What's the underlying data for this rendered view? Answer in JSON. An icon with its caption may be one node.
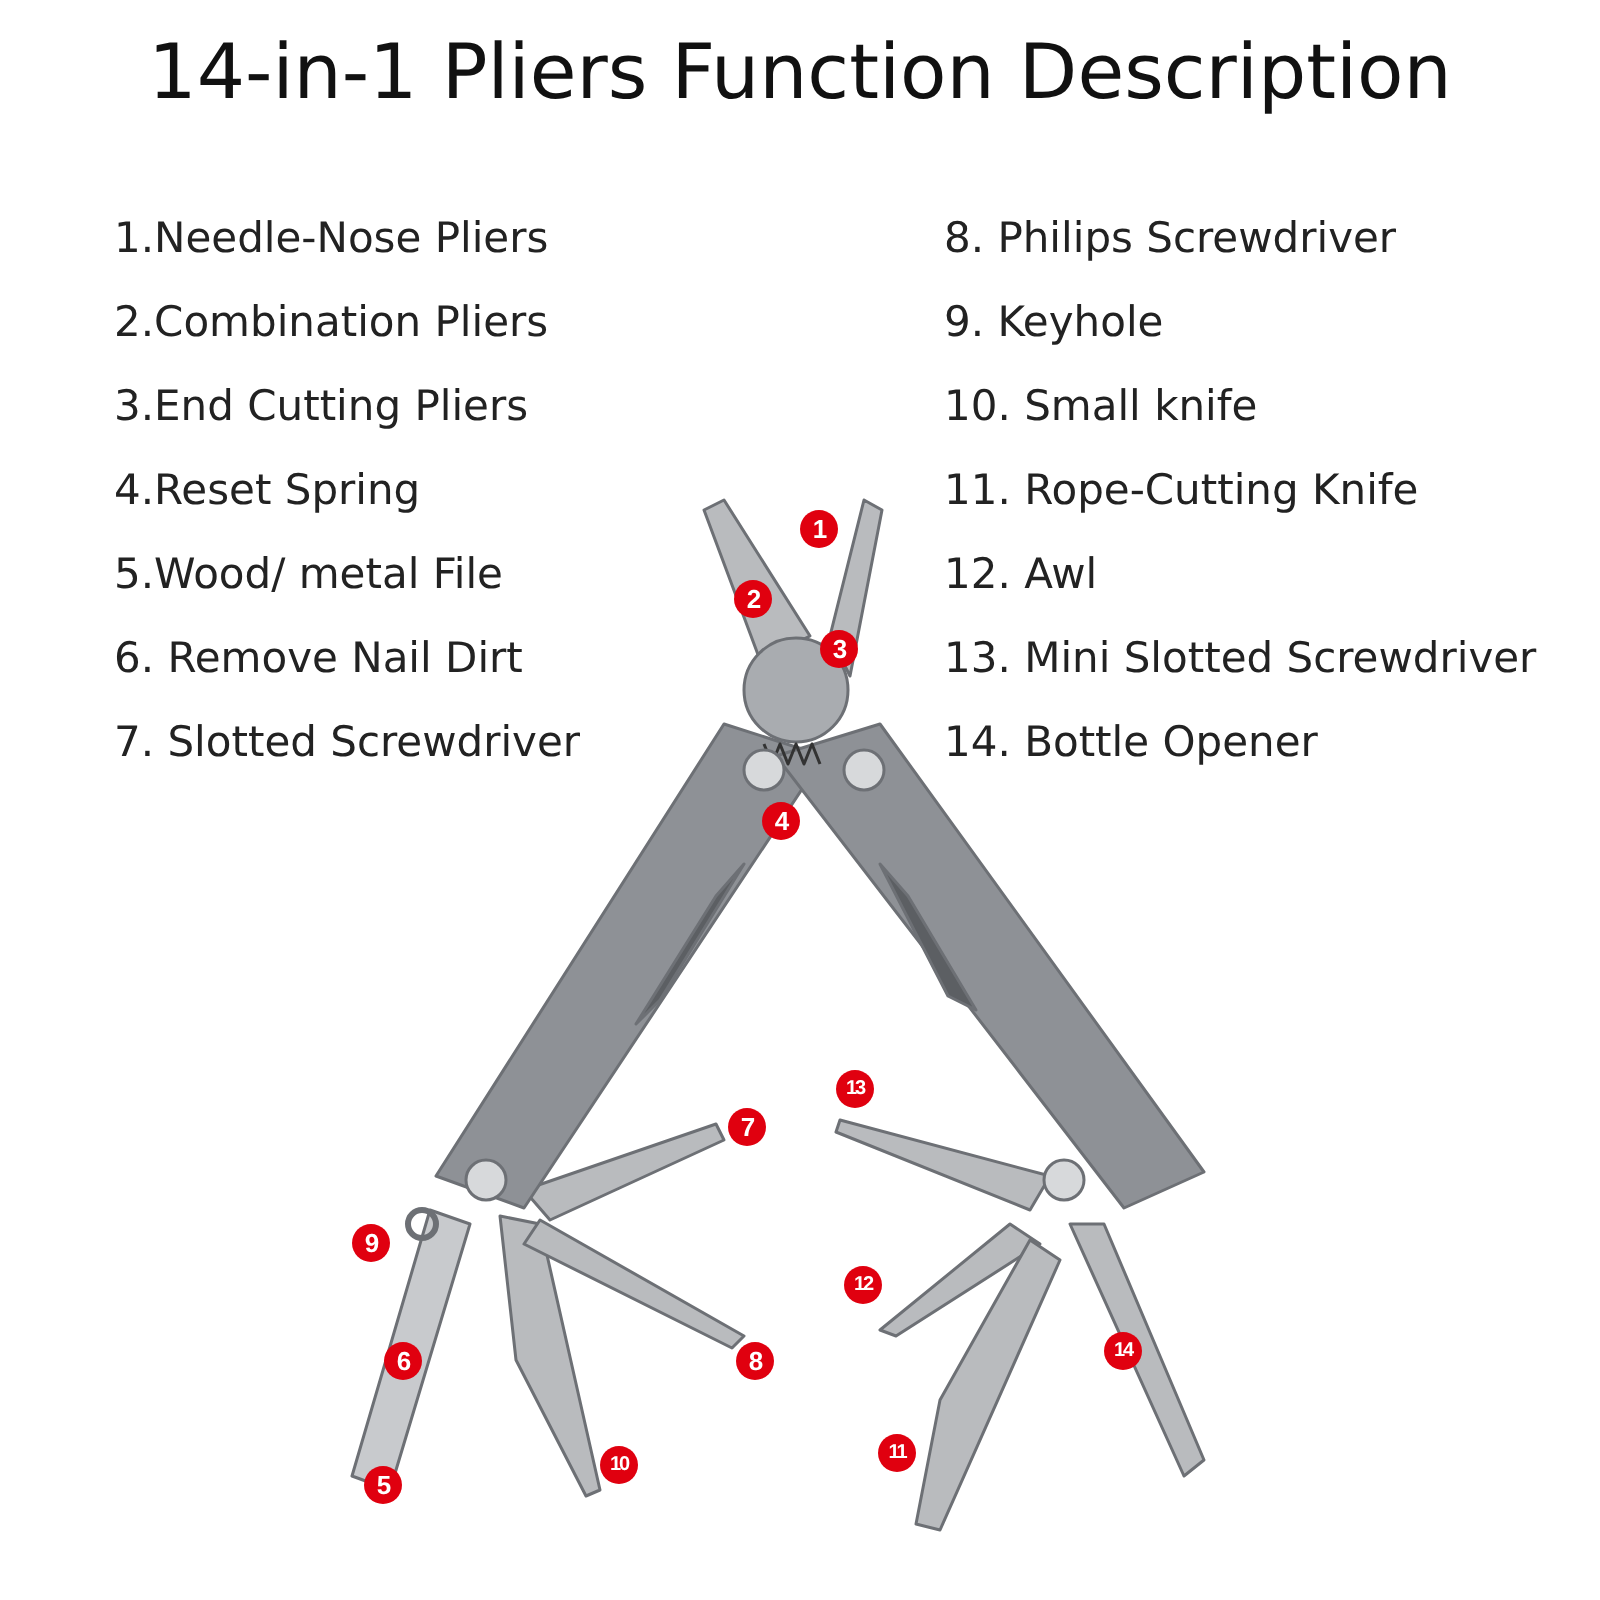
{
  "diagram": {
    "title": "14-in-1 Pliers Function Description",
    "labels": [
      "1.Needle-Nose Pliers",
      "8. Philips Screwdriver",
      "2.Combination Pliers",
      "9. Keyhole",
      "3.End Cutting Pliers",
      "10. Small knife",
      "4.Reset Spring",
      "11. Rope-Cutting Knife",
      "5.Wood/ metal File",
      "12. Awl",
      "6. Remove Nail Dirt",
      "13. Mini Slotted Screwdriver",
      "7. Slotted Screwdriver",
      "14. Bottle Opener",
      "1",
      "2",
      "3",
      "4",
      "13",
      "7",
      "9",
      "12",
      "6",
      "14",
      "8",
      "10",
      "11",
      "5"
    ]
  }
}
